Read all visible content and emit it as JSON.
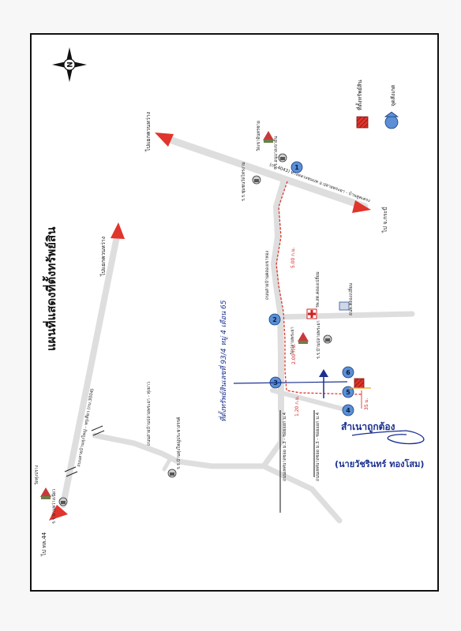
{
  "map": {
    "title": "แผนที่แสดงที่ตั้งทรัพย์สิน",
    "compass_label": "N",
    "certification": {
      "stamp_text": "สำเนาถูกต้อง",
      "signer_name": "(นายวัชรินทร์ ทองโสม)"
    },
    "handwritten_note": "ที่ตั้งทรัพย์สินเลขที่ 93/4 หมู่ 4 เดือน 65",
    "legend": {
      "items": [
        {
          "label": "ที่ตั้งทรัพย์สิน",
          "symbol": "hatched-red-square",
          "color": "#e0342c"
        },
        {
          "label": "จุดสังเกต",
          "symbol": "blue-circle-arrow",
          "color": "#5b8fd6"
        }
      ]
    },
    "destinations": {
      "top_left_arrow": "ไปแยกควนหว่าง",
      "top_right_arrow": "ไปแยกควนหว่าง",
      "bottom_right_arrow": "ไป จ.กระบี่",
      "bottom_left_arrow": "ไป ทล.44"
    },
    "roads": {
      "main_road": "(กบ.4043) ทางหลวงชนบท อ.ปลายพระยา - บ้านตูดเตรง",
      "vertical_road": "ถนนสายบ้านคลองเขาทอง",
      "road_left_1": "ถนนสายบ้านทุ่งใหญ่ - พรุเตียว (กบ.3004)",
      "road_left_2": "ถนนสายบ้านปลายพระยา - ทุ่งยาว",
      "road_bottom_1": "ถนนเทศบาลซอย ม.3 - ซอยแยก ม.4",
      "road_bottom_2": "ถนนเทศบาลซอย ม.3 - ซอยแยก ม.4"
    },
    "landmarks": [
      {
        "id": "1",
        "label": "ร.ร.ชุมชนวัดไทรงาม"
      },
      {
        "id": "2",
        "label": "รพ.สต.คลองเปลี่ยม"
      },
      {
        "id": "3",
        "label": "ร.ร.บ้านปลายพระยา"
      },
      {
        "id": "4",
        "label": "ร.ร.บ้านปลายพระยา"
      },
      {
        "id": "5",
        "label": "วัดปลายพระยา"
      },
      {
        "id": "6",
        "label": "ที่ตั้งทรัพย์สิน"
      }
    ],
    "place_labels": {
      "temple_top": "วัดเขาอินทรชาย",
      "school_top": "ร.ร.อนุบาลเขาดิน",
      "school_top2": "ร.ร.ชุมชนวัดไทรงาม",
      "hospital": "รพ.สต.คลองเปลี่ยม",
      "post_office": "ธนพ.คลองเปลี่ยม",
      "temple_mid": "วัดปลายพระยา",
      "school_mid": "ร.ร.บ้านปลายพระยา",
      "school_left": "ร.ร.บ้านทุ่งใหญ่ประชาสรรค์",
      "temple_left": "วัดทุ่งปราง",
      "school_left2": "ร.ร.บ้านหว่างเนียว"
    },
    "distances": {
      "seg_top": "5.00 ก.ม.",
      "seg_mid": "2.00 ก.ม.",
      "seg_low": "1.20 ก.ม.",
      "seg_short": "35 ม."
    },
    "colors": {
      "road": "#dcdcdc",
      "arrow": "#e0342c",
      "route": "#e0342c",
      "landmark": "#5b8fd6",
      "pen": "#1a2f8f"
    }
  }
}
